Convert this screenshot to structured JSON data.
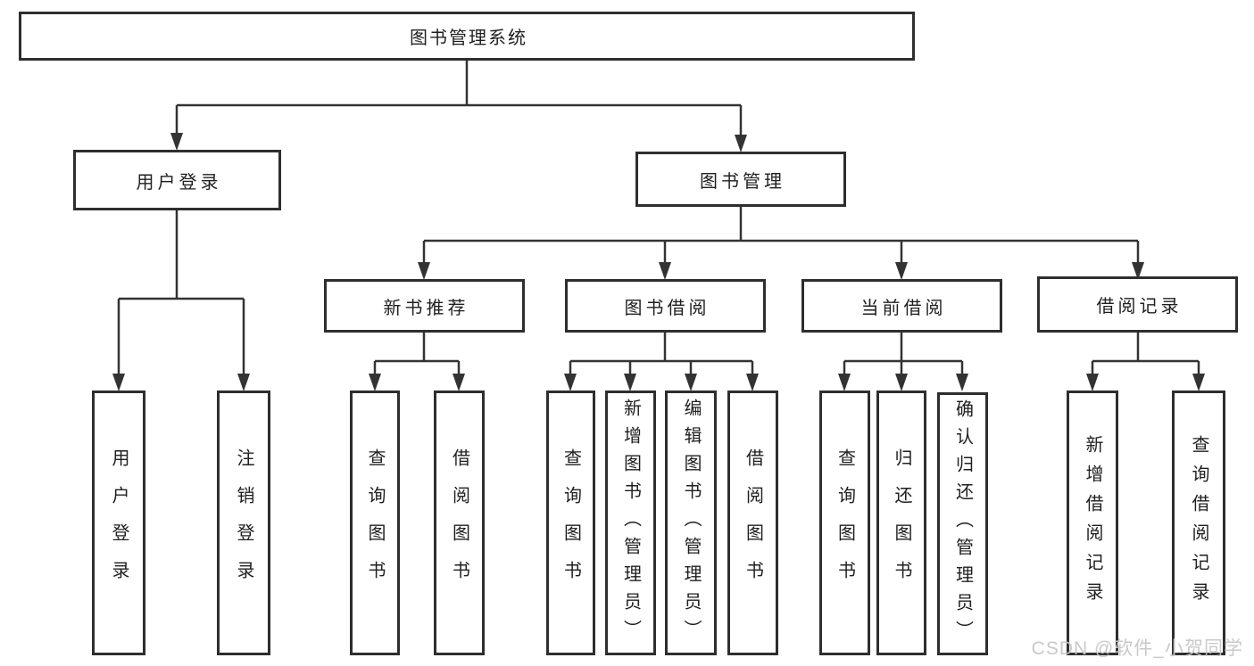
{
  "diagram": {
    "title": "图书管理系统",
    "level2": {
      "user_login": "用户登录",
      "book_mgmt": "图书管理"
    },
    "level3": {
      "new_books": "新书推荐",
      "book_borrow": "图书借阅",
      "current_borrow": "当前借阅",
      "borrow_records": "借阅记录"
    },
    "leaves": {
      "a1": "用户登录",
      "a2": "注销登录",
      "b1": "查询图书",
      "b2": "借阅图书",
      "c1": "查询图书",
      "c2": "新增图书（管理员）",
      "c3": "编辑图书（管理员）",
      "c4": "借阅图书",
      "d1": "查询图书",
      "d2": "归还图书",
      "d3": "确认归还（管理员）",
      "e1": "新增借阅记录",
      "e2": "查询借阅记录"
    }
  },
  "watermark": "CSDN @软件_小贺同学",
  "colors": {
    "line": "#333333",
    "border": "#2e2e2e",
    "text": "#1f1f1f",
    "watermark": "#c6c6c6",
    "background": "#ffffff"
  }
}
